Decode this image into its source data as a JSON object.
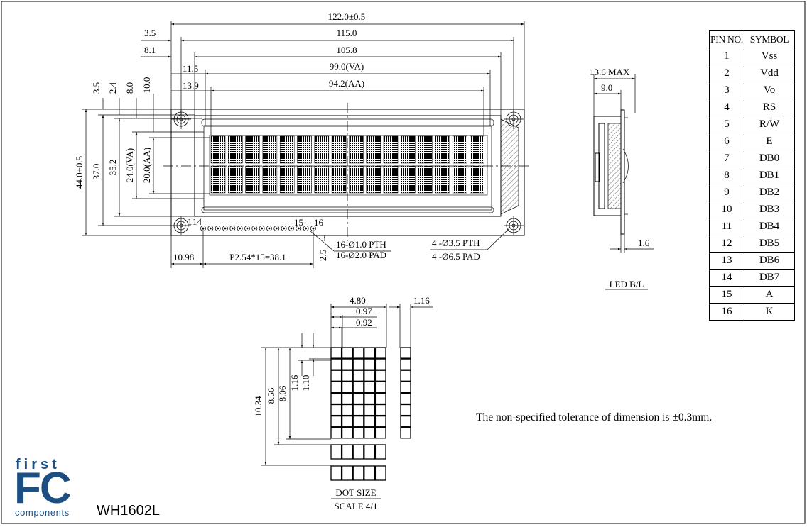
{
  "front_view": {
    "dims": {
      "outer_width": "122.0±0.5",
      "hole_pitch": "115.0",
      "bezel_width": "105.8",
      "va_width": "99.0(VA)",
      "aa_width": "94.2(AA)",
      "left_3_5": "3.5",
      "left_8_1": "8.1",
      "left_11_5": "11.5",
      "left_13_9": "13.9",
      "top_3_5": "3.5",
      "top_2_4": "2.4",
      "top_8_0": "8.0",
      "top_10_0": "10.0",
      "outer_height": "44.0±0.5",
      "height_37": "37.0",
      "height_35_2": "35.2",
      "va_height": "24.0(VA)",
      "aa_height": "20.0(AA)",
      "pin_offset": "10.98",
      "pin_pitch": "P2.54*15=38.1",
      "pad_gap": "2.5",
      "pin_1": "1",
      "pin_14": "14",
      "pin_15": "15",
      "pin_16": "16"
    },
    "notes": {
      "pth_small": "16-Ø1.0 PTH",
      "pad_small": "16-Ø2.0 PAD",
      "pth_large": "4 -Ø3.5 PTH",
      "pad_large": "4 -Ø6.5 PAD"
    }
  },
  "side_view": {
    "max_thickness": "13.6 MAX",
    "depth_9": "9.0",
    "pcb_thickness": "1.6",
    "caption": "LED B/L"
  },
  "dot_detail": {
    "char_width": "4.80",
    "dot_pitch": "0.97",
    "dot_width": "0.92",
    "cursor_width": "1.16",
    "char_height": "10.34",
    "h_8_56": "8.56",
    "h_8_06": "8.06",
    "dot_pitch_v": "1.16",
    "dot_height": "1.10",
    "caption_1": "DOT SIZE",
    "caption_2": "SCALE 4/1"
  },
  "pin_table": {
    "headers": [
      "PIN NO.",
      "SYMBOL"
    ],
    "rows": [
      [
        "1",
        "Vss"
      ],
      [
        "2",
        "Vdd"
      ],
      [
        "3",
        "Vo"
      ],
      [
        "4",
        "RS"
      ],
      [
        "5",
        "R/W"
      ],
      [
        "6",
        "E"
      ],
      [
        "7",
        "DB0"
      ],
      [
        "8",
        "DB1"
      ],
      [
        "9",
        "DB2"
      ],
      [
        "10",
        "DB3"
      ],
      [
        "11",
        "DB4"
      ],
      [
        "12",
        "DB5"
      ],
      [
        "13",
        "DB6"
      ],
      [
        "14",
        "DB7"
      ],
      [
        "15",
        "A"
      ],
      [
        "16",
        "K"
      ]
    ]
  },
  "tolerance_note": "The non-specified tolerance of dimension is ±0.3mm.",
  "logo": {
    "top": "first",
    "mark": "FC",
    "bottom": "components",
    "color": "#1d4f82"
  },
  "model": "WH1602L"
}
